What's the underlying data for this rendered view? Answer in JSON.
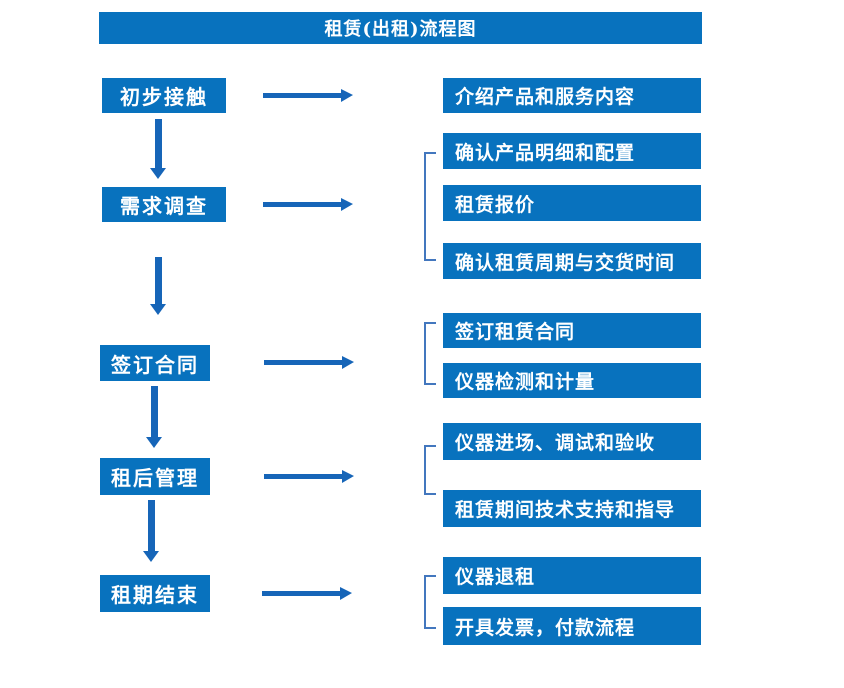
{
  "title": "租赁(出租)流程图",
  "colors": {
    "box_blue": "#0872be",
    "arrow_blue": "#1665b8",
    "bracket_blue": "#4377be",
    "text_white": "#ffffff"
  },
  "steps": [
    {
      "label": "初步接触"
    },
    {
      "label": "需求调查"
    },
    {
      "label": "签订合同"
    },
    {
      "label": "租后管理"
    },
    {
      "label": "租期结束"
    }
  ],
  "details": [
    {
      "label": "介绍产品和服务内容"
    },
    {
      "label": "确认产品明细和配置"
    },
    {
      "label": "租赁报价"
    },
    {
      "label": "确认租赁周期与交货时间"
    },
    {
      "label": "签订租赁合同"
    },
    {
      "label": "仪器检测和计量"
    },
    {
      "label": "仪器进场、调试和验收"
    },
    {
      "label": "租赁期间技术支持和指导"
    },
    {
      "label": "仪器退租"
    },
    {
      "label": "开具发票，付款流程"
    }
  ]
}
